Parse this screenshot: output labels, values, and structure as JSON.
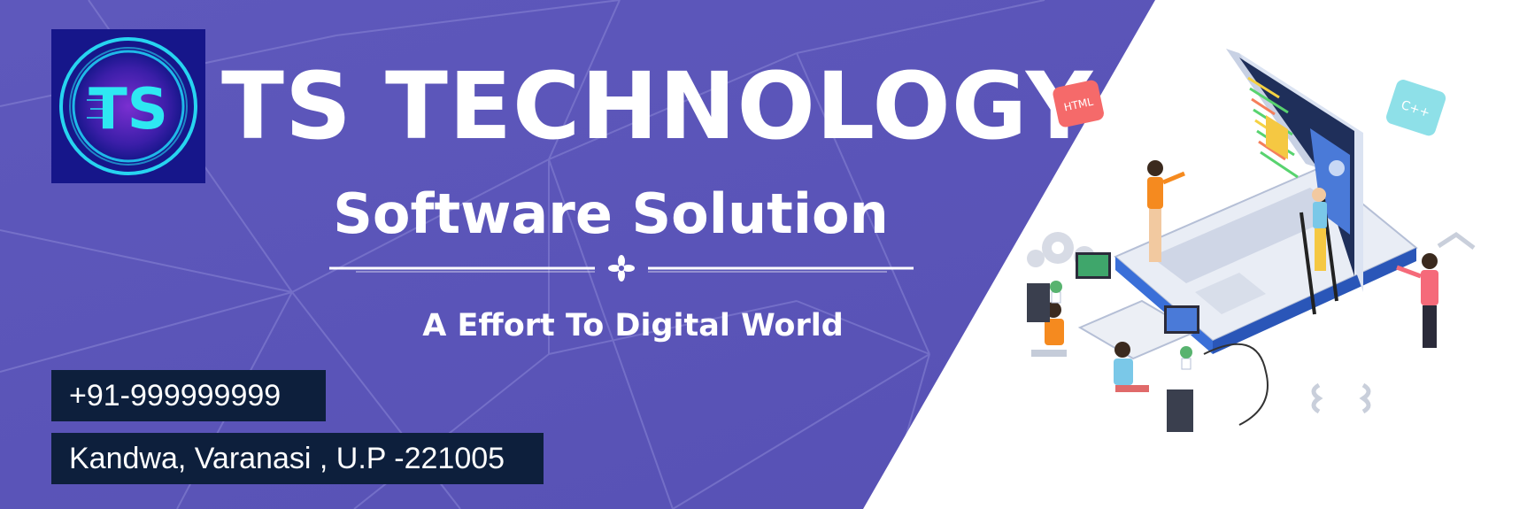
{
  "brand": {
    "logo_letters": "TS",
    "title": "TS TECHNOLOGY",
    "subtitle": "Software Solution",
    "tagline": "A Effort To Digital World"
  },
  "contact": {
    "phone": "+91-999999999",
    "address": "Kandwa, Varanasi , U.P -221005"
  },
  "illustration": {
    "badge_html": "HTML",
    "badge_cpp": "C++"
  },
  "colors": {
    "background_purple": "#5b55b8",
    "contact_box": "#0d1f3c",
    "logo_bg": "#16168a",
    "logo_ring": "#27d4f0",
    "text": "#ffffff"
  },
  "icons": [
    "logo-icon",
    "ornament-divider-icon",
    "laptop-icon",
    "gear-icon",
    "code-bracket-icon",
    "monitor-icon",
    "plant-icon"
  ]
}
